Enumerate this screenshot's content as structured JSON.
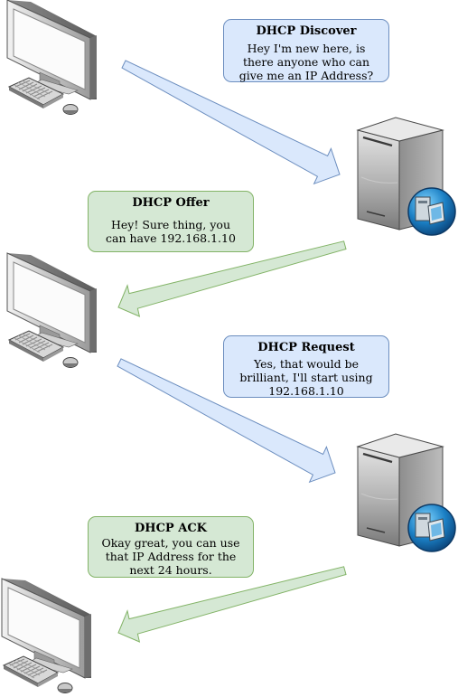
{
  "steps": [
    {
      "title": "DHCP Discover",
      "message": "Hey I'm new here, is\nthere anyone who can\ngive me an IP Address?"
    },
    {
      "title": "DHCP Offer",
      "message": "Hey! Sure thing, you\ncan have 192.168.1.10"
    },
    {
      "title": "DHCP Request",
      "message": "Yes, that would be\nbrilliant, I'll start using\n192.168.1.10"
    },
    {
      "title": "DHCP ACK",
      "message": "Okay great, you can use\nthat IP Address for the\nnext 24 hours."
    }
  ],
  "colors": {
    "blue_fill": "#dae8fc",
    "blue_stroke": "#6c8ebf",
    "green_fill": "#d5e8d4",
    "green_stroke": "#82b366"
  },
  "icons": [
    "client-computer-icon",
    "dhcp-server-icon"
  ]
}
